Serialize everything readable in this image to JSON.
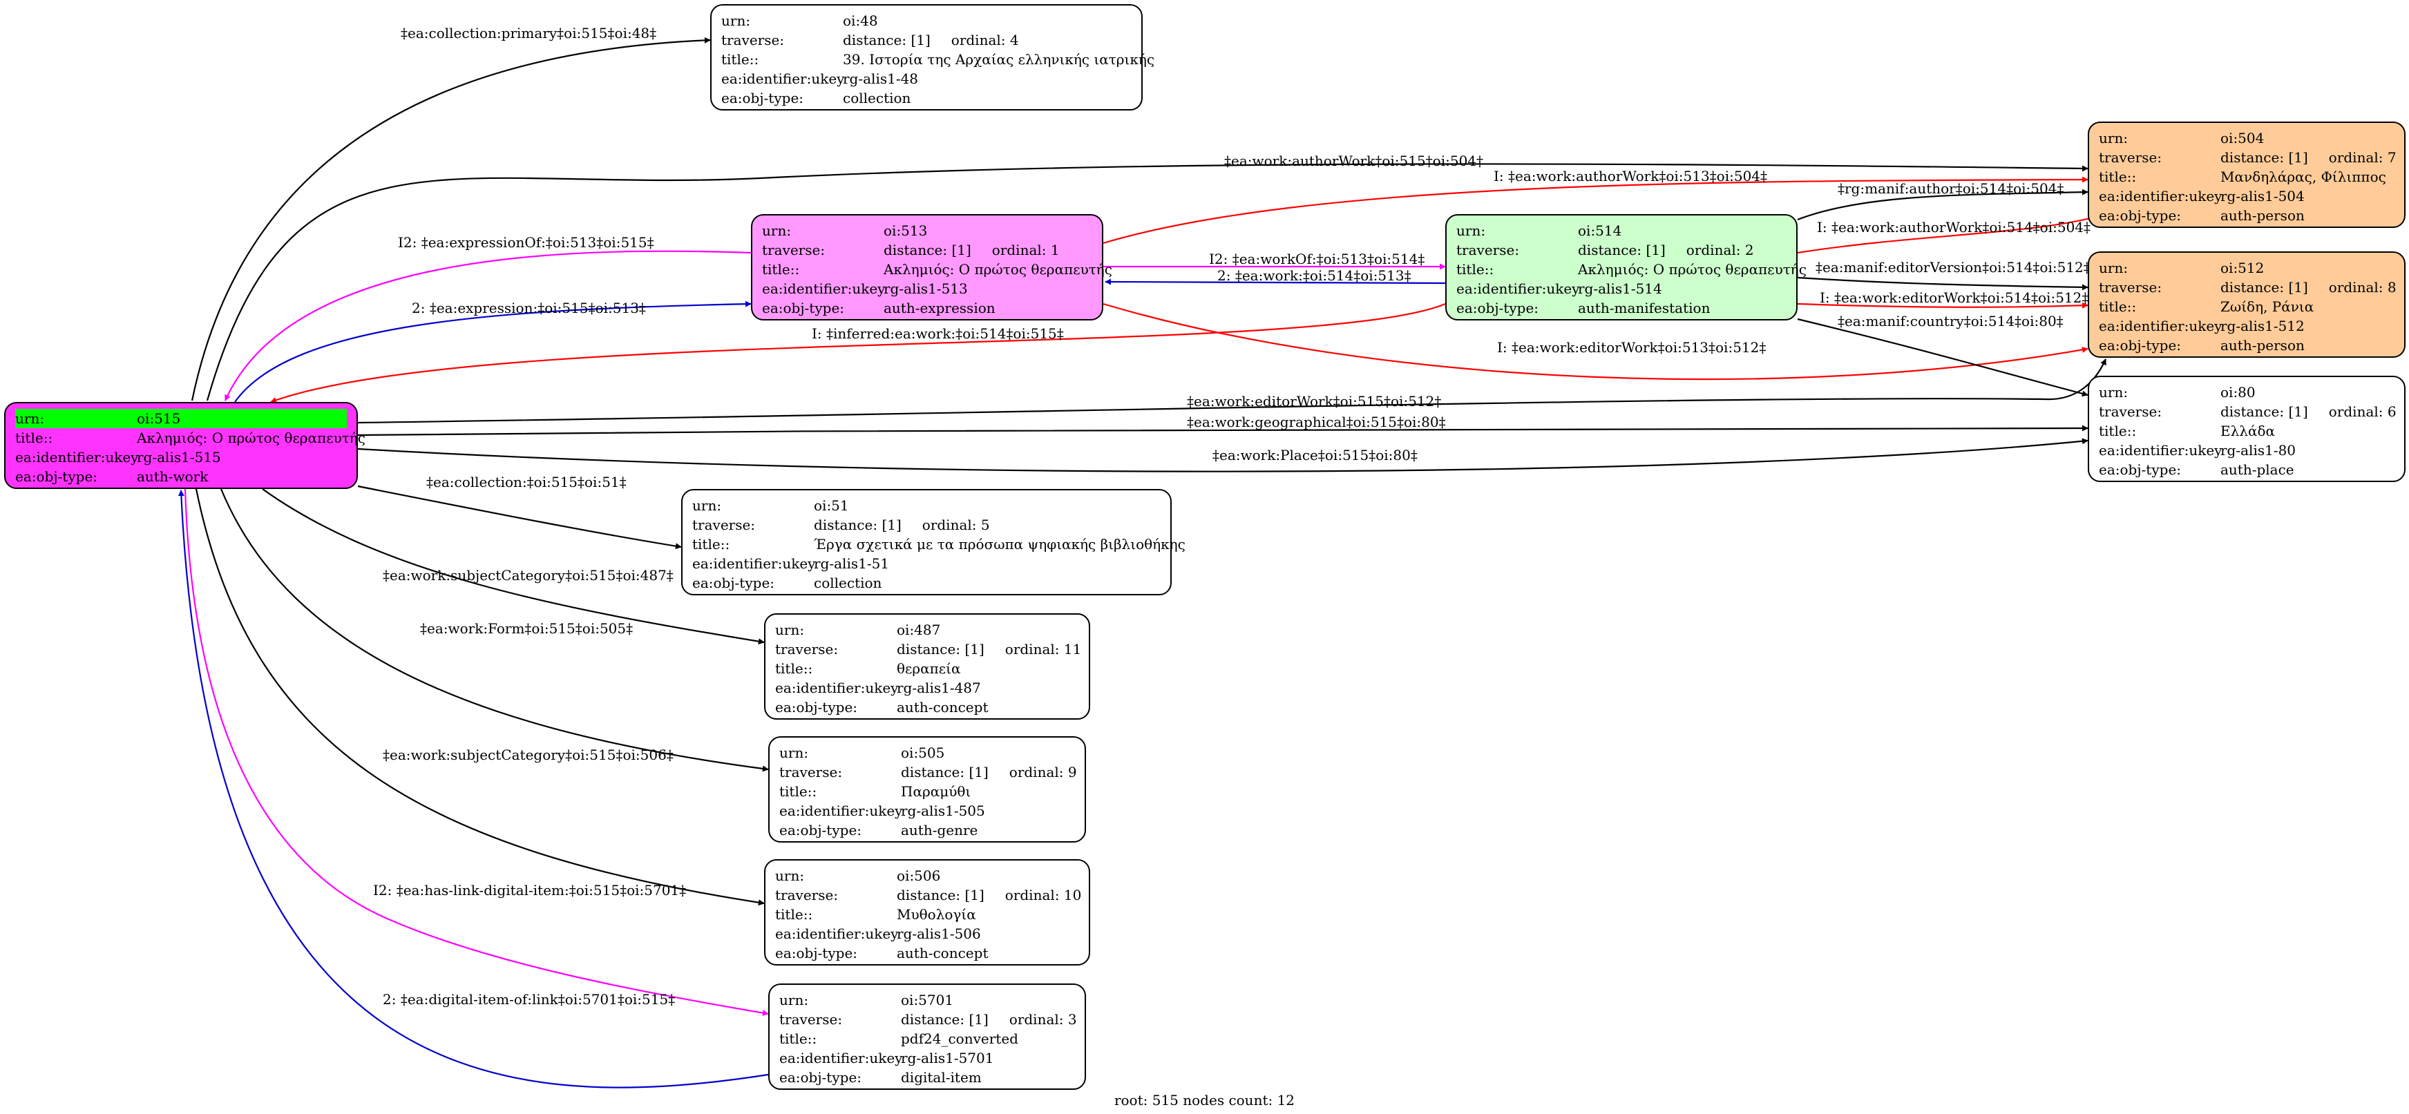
{
  "field_labels": {
    "urn": "urn:",
    "traverse": "traverse:",
    "title": "title::",
    "title_root": "title::",
    "identifier": "ea:identifier:ukey",
    "objtype": "ea:obj-type:"
  },
  "colors": {
    "root_fill": "#ff33ff",
    "root_urn_highlight": "#00ff00",
    "expression_fill": "#ff99ff",
    "manifestation_fill": "#ccffcc",
    "person_fill": "#ffcc99",
    "default_fill": "#ffffff",
    "edge_black": "#000000",
    "edge_red": "#ff0000",
    "edge_magenta": "#ff00ff",
    "edge_blue": "#0000cc"
  },
  "nodes": {
    "n515": {
      "urn": "oi:515",
      "title": "Ακλημιός: Ο πρώτος θεραπευτής",
      "identifier": "rg-alis1-515",
      "objtype": "auth-work"
    },
    "n48": {
      "urn": "oi:48",
      "distance": "distance: [1]",
      "ordinal": "ordinal: 4",
      "title": "39. Ιστορία της Αρχαίας ελληνικής ιατρικής",
      "identifier": "rg-alis1-48",
      "objtype": "collection"
    },
    "n513": {
      "urn": "oi:513",
      "distance": "distance: [1]",
      "ordinal": "ordinal: 1",
      "title": "Ακλημιός: Ο πρώτος θεραπευτής",
      "identifier": "rg-alis1-513",
      "objtype": "auth-expression"
    },
    "n514": {
      "urn": "oi:514",
      "distance": "distance: [1]",
      "ordinal": "ordinal: 2",
      "title": "Ακλημιός: Ο πρώτος θεραπευτής",
      "identifier": "rg-alis1-514",
      "objtype": "auth-manifestation"
    },
    "n504": {
      "urn": "oi:504",
      "distance": "distance: [1]",
      "ordinal": "ordinal: 7",
      "title": "Μανδηλάρας, Φίλιππος",
      "identifier": "rg-alis1-504",
      "objtype": "auth-person"
    },
    "n512": {
      "urn": "oi:512",
      "distance": "distance: [1]",
      "ordinal": "ordinal: 8",
      "title": "Ζωίδη, Ράνια",
      "identifier": "rg-alis1-512",
      "objtype": "auth-person"
    },
    "n80": {
      "urn": "oi:80",
      "distance": "distance: [1]",
      "ordinal": "ordinal: 6",
      "title": "Ελλάδα",
      "identifier": "rg-alis1-80",
      "objtype": "auth-place"
    },
    "n51": {
      "urn": "oi:51",
      "distance": "distance: [1]",
      "ordinal": "ordinal: 5",
      "title": "Έργα σχετικά με τα πρόσωπα ψηφιακής βιβλιοθήκης",
      "identifier": "rg-alis1-51",
      "objtype": "collection"
    },
    "n487": {
      "urn": "oi:487",
      "distance": "distance: [1]",
      "ordinal": "ordinal: 11",
      "title": "θεραπεία",
      "identifier": "rg-alis1-487",
      "objtype": "auth-concept"
    },
    "n505": {
      "urn": "oi:505",
      "distance": "distance: [1]",
      "ordinal": "ordinal: 9",
      "title": "Παραμύθι",
      "identifier": "rg-alis1-505",
      "objtype": "auth-genre"
    },
    "n506": {
      "urn": "oi:506",
      "distance": "distance: [1]",
      "ordinal": "ordinal: 10",
      "title": "Μυθολογία",
      "identifier": "rg-alis1-506",
      "objtype": "auth-concept"
    },
    "n5701": {
      "urn": "oi:5701",
      "distance": "distance: [1]",
      "ordinal": "ordinal: 3",
      "title": "pdf24_converted",
      "identifier": "rg-alis1-5701",
      "objtype": "digital-item"
    }
  },
  "edges": [
    {
      "id": "e1",
      "from": "n515",
      "to": "n48",
      "color": "black",
      "label": "‡ea:collection:primary‡oi:515‡oi:48‡"
    },
    {
      "id": "e2",
      "from": "n515",
      "to": "n504",
      "color": "black",
      "label": "‡ea:work:authorWork‡oi:515‡oi:504‡"
    },
    {
      "id": "e3",
      "from": "n513",
      "to": "n515",
      "color": "magenta",
      "label": "I2: ‡ea:expressionOf:‡oi:513‡oi:515‡"
    },
    {
      "id": "e4",
      "from": "n515",
      "to": "n513",
      "color": "blue",
      "label": "2: ‡ea:expression:‡oi:515‡oi:513‡"
    },
    {
      "id": "e5",
      "from": "n513",
      "to": "n504",
      "color": "red",
      "label": "I: ‡ea:work:authorWork‡oi:513‡oi:504‡"
    },
    {
      "id": "e6",
      "from": "n513",
      "to": "n514",
      "color": "magenta",
      "label": "I2: ‡ea:workOf:‡oi:513‡oi:514‡"
    },
    {
      "id": "e7",
      "from": "n514",
      "to": "n513",
      "color": "blue",
      "label": "2: ‡ea:work:‡oi:514‡oi:513‡"
    },
    {
      "id": "e8",
      "from": "n514",
      "to": "n515",
      "color": "red",
      "label": "I: ‡inferred:ea:work:‡oi:514‡oi:515‡"
    },
    {
      "id": "e9",
      "from": "n513",
      "to": "n512",
      "color": "red",
      "label": "I: ‡ea:work:editorWork‡oi:513‡oi:512‡"
    },
    {
      "id": "e10",
      "from": "n514",
      "to": "n504",
      "color": "black",
      "label": "‡rg:manif:author‡oi:514‡oi:504‡"
    },
    {
      "id": "e11",
      "from": "n514",
      "to": "n504",
      "color": "red",
      "label": "I: ‡ea:work:authorWork‡oi:514‡oi:504‡"
    },
    {
      "id": "e12",
      "from": "n514",
      "to": "n512",
      "color": "black",
      "label": "‡ea:manif:editorVersion‡oi:514‡oi:512‡"
    },
    {
      "id": "e13",
      "from": "n514",
      "to": "n512",
      "color": "red",
      "label": "I: ‡ea:work:editorWork‡oi:514‡oi:512‡"
    },
    {
      "id": "e14",
      "from": "n514",
      "to": "n80",
      "color": "black",
      "label": "‡ea:manif:country‡oi:514‡oi:80‡"
    },
    {
      "id": "e15",
      "from": "n515",
      "to": "n512",
      "color": "black",
      "label": "‡ea:work:editorWork‡oi:515‡oi:512‡"
    },
    {
      "id": "e16",
      "from": "n515",
      "to": "n80",
      "color": "black",
      "label": "‡ea:work:geographical‡oi:515‡oi:80‡"
    },
    {
      "id": "e17",
      "from": "n515",
      "to": "n80",
      "color": "black",
      "label": "‡ea:work:Place‡oi:515‡oi:80‡"
    },
    {
      "id": "e18",
      "from": "n515",
      "to": "n51",
      "color": "black",
      "label": "‡ea:collection:‡oi:515‡oi:51‡"
    },
    {
      "id": "e19",
      "from": "n515",
      "to": "n487",
      "color": "black",
      "label": "‡ea:work:subjectCategory‡oi:515‡oi:487‡"
    },
    {
      "id": "e20",
      "from": "n515",
      "to": "n505",
      "color": "black",
      "label": "‡ea:work:Form‡oi:515‡oi:505‡"
    },
    {
      "id": "e21",
      "from": "n515",
      "to": "n506",
      "color": "black",
      "label": "‡ea:work:subjectCategory‡oi:515‡oi:506‡"
    },
    {
      "id": "e22",
      "from": "n515",
      "to": "n5701",
      "color": "magenta",
      "label": "I2: ‡ea:has-link-digital-item:‡oi:515‡oi:5701‡"
    },
    {
      "id": "e23",
      "from": "n5701",
      "to": "n515",
      "color": "blue",
      "label": "2: ‡ea:digital-item-of:link‡oi:5701‡oi:515‡"
    }
  ],
  "footer": "root: 515 nodes count: 12"
}
